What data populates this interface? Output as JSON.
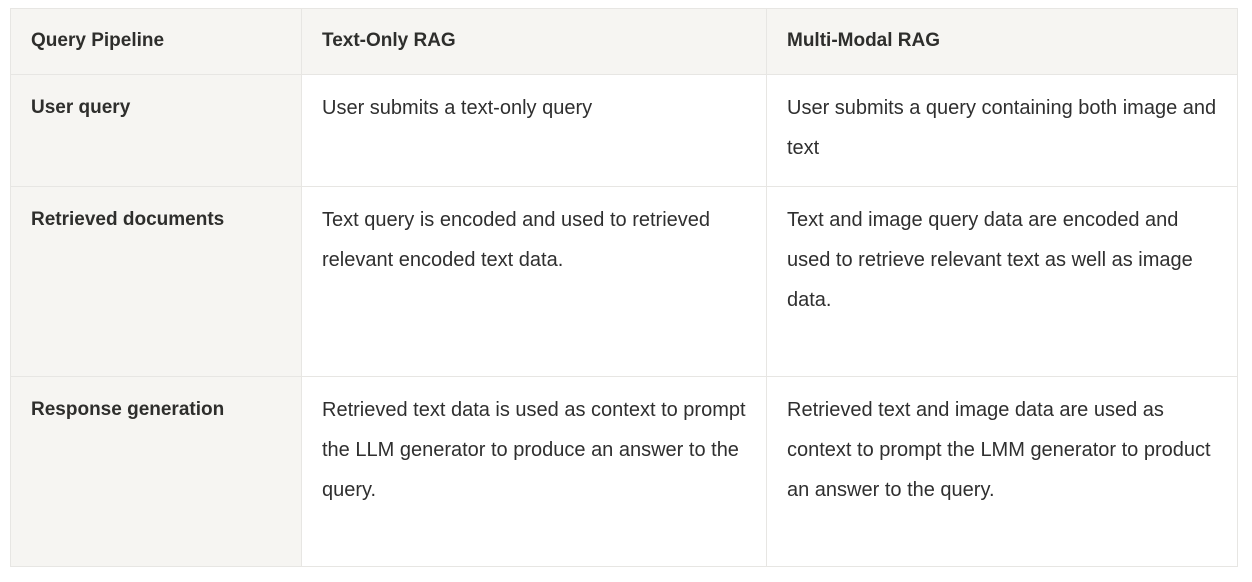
{
  "table": {
    "columns": [
      {
        "key": "pipeline",
        "label": "Query Pipeline"
      },
      {
        "key": "text_only_rag",
        "label": "Text-Only RAG"
      },
      {
        "key": "multi_modal_rag",
        "label": "Multi-Modal RAG"
      }
    ],
    "rows": [
      {
        "label": "User query",
        "text_only_rag": "User submits a text-only query",
        "multi_modal_rag": "User submits a query containing both image and text"
      },
      {
        "label": "Retrieved documents",
        "text_only_rag": "Text query is encoded and used to retrieved relevant encoded text data.",
        "multi_modal_rag": "Text and image query data are encoded and used to retrieve relevant text as well as image data."
      },
      {
        "label": "Response generation",
        "text_only_rag": "Retrieved text data is used as context to prompt the LLM generator to produce an answer to the query.",
        "multi_modal_rag": "Retrieved text and image data are used as context to prompt the LMM generator to product an answer to the query."
      }
    ]
  },
  "colors": {
    "page_background": "#ffffff",
    "header_background": "#f6f5f2",
    "label_column_background": "#f6f5f2",
    "cell_background": "#ffffff",
    "border": "#e7e6e3",
    "header_text": "#2e2e2c",
    "body_text": "#2f2f2f"
  }
}
